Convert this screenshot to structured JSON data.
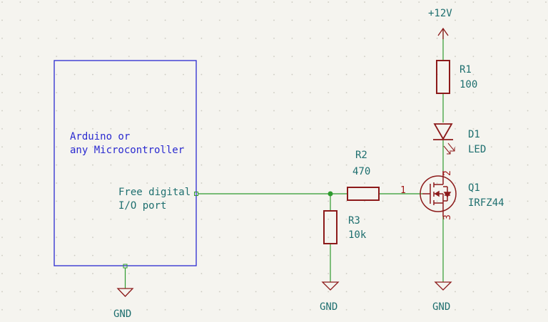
{
  "colors": {
    "background": "#f5f4ef",
    "grid_dot": "#c9c7bd",
    "wire": "#2e9b2e",
    "component": "#8c1a1a",
    "label": "#1e6f6f",
    "pin_number": "#a01818",
    "block_border": "#2a2ad0",
    "block_text": "#2a2ad0",
    "junction": "#2e9b2e"
  },
  "block": {
    "title_line1": "Arduino or",
    "title_line2": "any Microcontroller",
    "port_line1": "Free digital",
    "port_line2": "I/O port"
  },
  "power": {
    "label": "+12V"
  },
  "grounds": [
    "GND",
    "GND",
    "GND"
  ],
  "components": {
    "r1": {
      "ref": "R1",
      "value": "100"
    },
    "d1": {
      "ref": "D1",
      "value": "LED"
    },
    "r2": {
      "ref": "R2",
      "value": "470"
    },
    "r3": {
      "ref": "R3",
      "value": "10k"
    },
    "q1": {
      "ref": "Q1",
      "value": "IRFZ44",
      "pin_gate": "1",
      "pin_drain": "2",
      "pin_source": "3"
    }
  },
  "icons": {
    "power_symbol": "power-arrow-icon",
    "ground_symbol": "ground-triangle-icon",
    "led_symbol": "led-diode-icon",
    "mosfet_symbol": "n-mosfet-icon",
    "resistor_symbol": "resistor-icon"
  }
}
